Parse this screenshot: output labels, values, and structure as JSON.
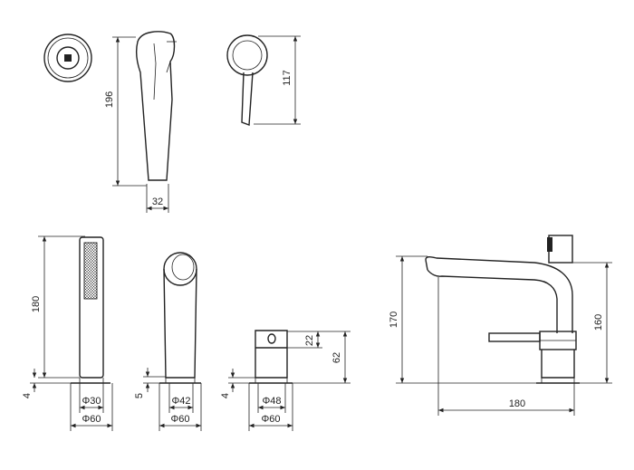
{
  "dimensions": {
    "d196": "196",
    "d32": "32",
    "d117": "117",
    "d180v": "180",
    "d4a": "4",
    "d30": "Φ30",
    "d60a": "Φ60",
    "d5": "5",
    "d42": "Φ42",
    "d60b": "Φ60",
    "d4b": "4",
    "d48": "Φ48",
    "d60c": "Φ60",
    "d22": "22",
    "d62": "62",
    "d170": "170",
    "d160": "160",
    "d180h": "180"
  }
}
